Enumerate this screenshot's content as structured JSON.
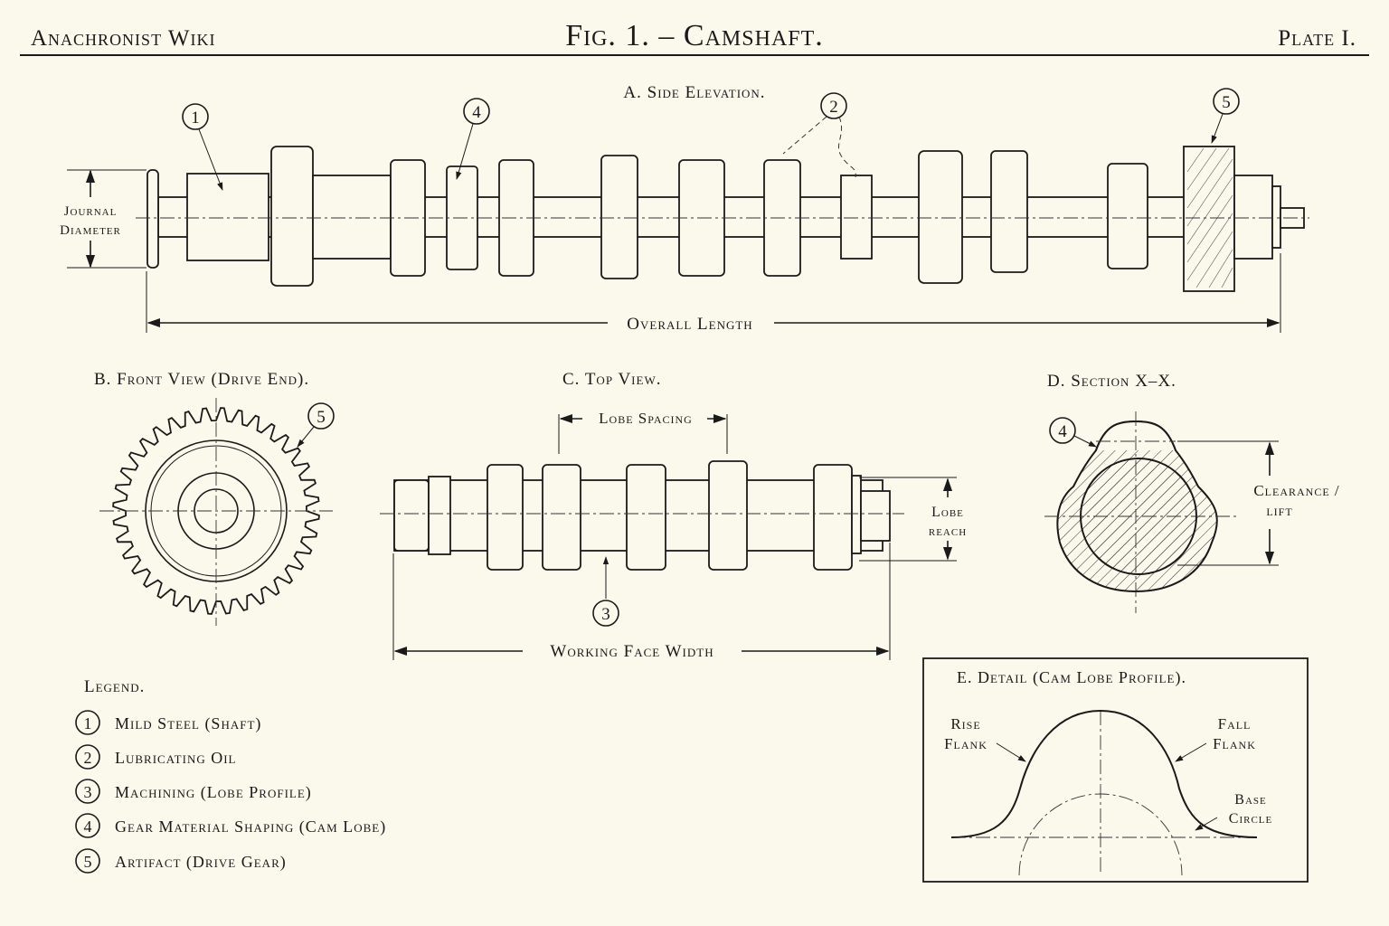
{
  "header": {
    "publisher": "Anachronist Wiki",
    "figure_title": "Fig. 1. – Camshaft.",
    "plate": "Plate I."
  },
  "views": {
    "side": {
      "title": "A. Side Elevation.",
      "journal_diameter": [
        "Journal",
        "Diameter"
      ],
      "overall_length": "Overall Length"
    },
    "front": {
      "title": "B. Front View (Drive End)."
    },
    "top": {
      "title": "C. Top View.",
      "lobe_spacing": "Lobe Spacing",
      "lobe_reach": [
        "Lobe",
        "reach"
      ],
      "working_face_width": "Working Face Width"
    },
    "section": {
      "title": "D. Section X–X.",
      "clearance_lift": [
        "Clearance /",
        "lift"
      ]
    },
    "detail": {
      "title": "E. Detail (Cam Lobe Profile).",
      "rise_flank": [
        "Rise",
        "Flank"
      ],
      "fall_flank": [
        "Fall",
        "Flank"
      ],
      "base_circle": [
        "Base",
        "Circle"
      ]
    }
  },
  "callouts": [
    "1",
    "2",
    "3",
    "4",
    "5"
  ],
  "legend": {
    "title": "Legend.",
    "items": [
      {
        "num": "1",
        "label": "Mild Steel (Shaft)"
      },
      {
        "num": "2",
        "label": "Lubricating Oil"
      },
      {
        "num": "3",
        "label": "Machining (Lobe Profile)"
      },
      {
        "num": "4",
        "label": "Gear Material Shaping (Cam Lobe)"
      },
      {
        "num": "5",
        "label": "Artifact (Drive Gear)"
      }
    ]
  }
}
